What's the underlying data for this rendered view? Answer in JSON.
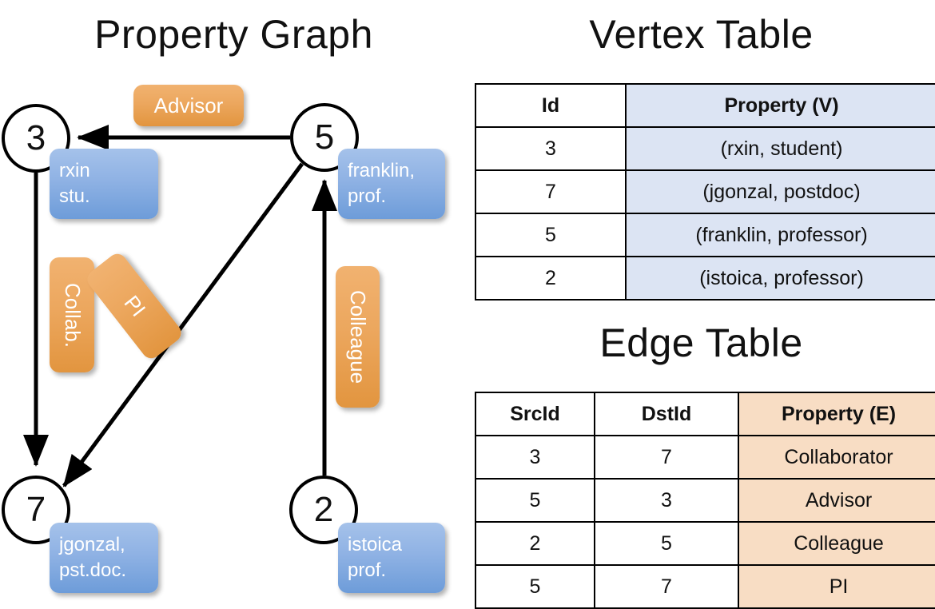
{
  "panels": {
    "graph_title": "Property Graph",
    "vertex_title": "Vertex Table",
    "edge_title": "Edge Table"
  },
  "colors": {
    "vertex_property_fill": "#dce4f3",
    "edge_property_fill": "#f8ddc4",
    "node_box_blue": "#8fb2e4",
    "edge_box_orange": "#eca75e",
    "stroke": "#000000",
    "background": "#ffffff"
  },
  "graph": {
    "nodes": [
      {
        "id": "3",
        "label_lines": [
          "rxin",
          "stu."
        ]
      },
      {
        "id": "5",
        "label_lines": [
          "franklin,",
          "prof."
        ]
      },
      {
        "id": "7",
        "label_lines": [
          "jgonzal,",
          "pst.doc."
        ]
      },
      {
        "id": "2",
        "label_lines": [
          "istoica",
          "prof."
        ]
      }
    ],
    "edge_labels": {
      "advisor": "Advisor",
      "collab": "Collab.",
      "pi": "PI",
      "colleague": "Colleague"
    },
    "edges": [
      {
        "src": "5",
        "dst": "3",
        "label": "Advisor"
      },
      {
        "src": "3",
        "dst": "7",
        "label": "Collab."
      },
      {
        "src": "5",
        "dst": "7",
        "label": "PI"
      },
      {
        "src": "2",
        "dst": "5",
        "label": "Colleague"
      }
    ]
  },
  "vertex_table": {
    "headers": [
      "Id",
      "Property (V)"
    ],
    "rows": [
      {
        "id": "3",
        "property": "(rxin, student)"
      },
      {
        "id": "7",
        "property": "(jgonzal, postdoc)"
      },
      {
        "id": "5",
        "property": "(franklin, professor)"
      },
      {
        "id": "2",
        "property": "(istoica, professor)"
      }
    ]
  },
  "edge_table": {
    "headers": [
      "SrcId",
      "DstId",
      "Property (E)"
    ],
    "rows": [
      {
        "src": "3",
        "dst": "7",
        "property": "Collaborator"
      },
      {
        "src": "5",
        "dst": "3",
        "property": "Advisor"
      },
      {
        "src": "2",
        "dst": "5",
        "property": "Colleague"
      },
      {
        "src": "5",
        "dst": "7",
        "property": "PI"
      }
    ]
  }
}
